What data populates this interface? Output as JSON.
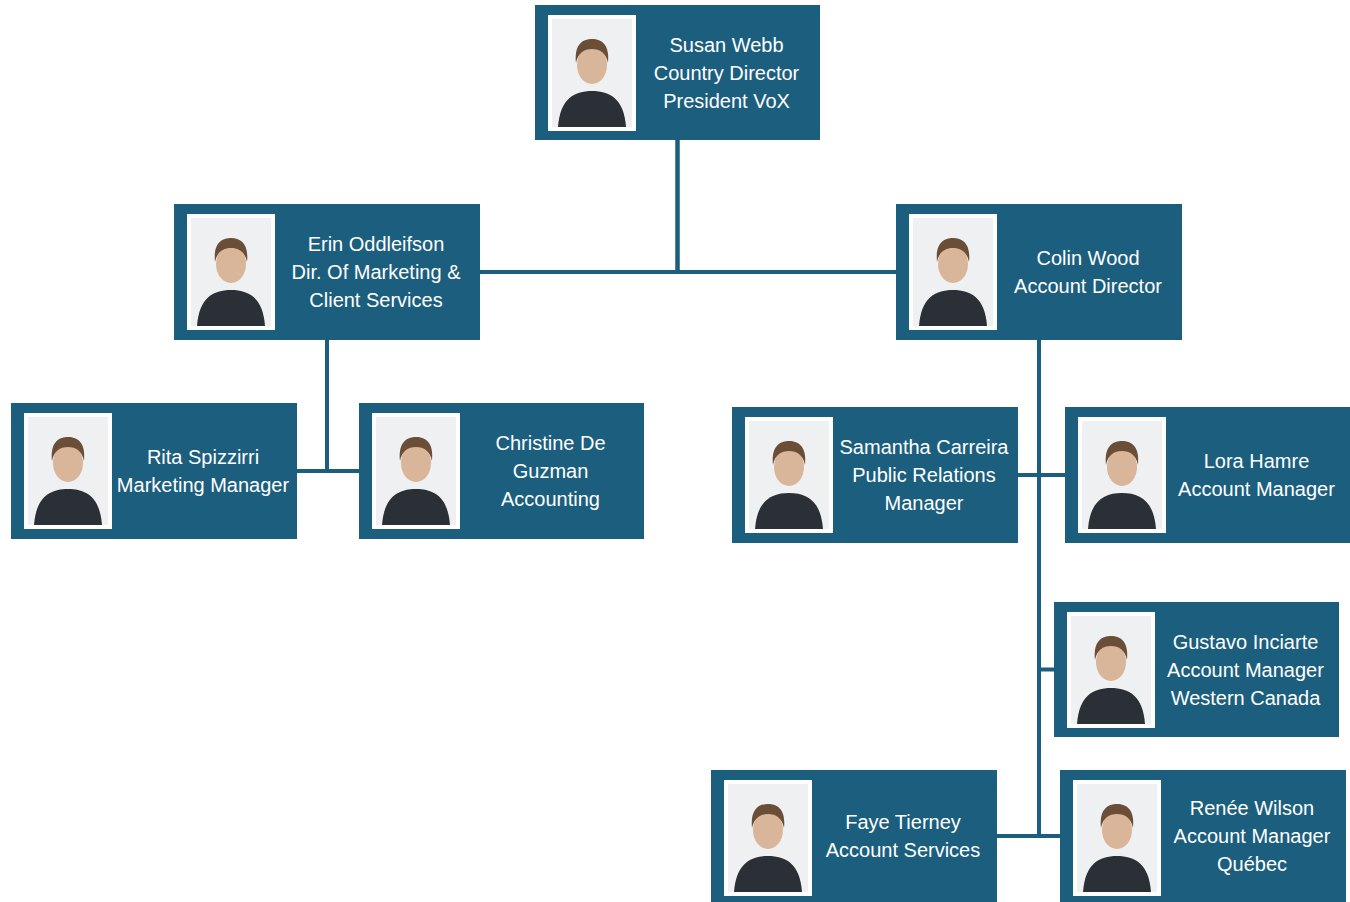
{
  "diagram": {
    "nodes": [
      {
        "text": [
          "Susan Webb",
          "Country Director President VoX"
        ]
      },
      {
        "text": [
          "Erin Oddleifson",
          "Dir. Of Marketing & Client Services"
        ]
      },
      {
        "text": [
          "Colin Wood",
          "Account Director"
        ]
      },
      {
        "text": [
          "Rita Spizzirri",
          "Marketing Manager"
        ]
      },
      {
        "text": [
          "Christine De Guzman",
          "Accounting"
        ]
      },
      {
        "text": [
          "Samantha Carreira",
          "Public Relations Manager"
        ]
      },
      {
        "text": [
          "Lora Hamre",
          "Account Manager"
        ]
      },
      {
        "text": [
          "Gustavo Inciarte",
          "Account Manager Western Canada"
        ]
      },
      {
        "text": [
          "Faye Tierney",
          "Account Services"
        ]
      },
      {
        "text": [
          "Renée Wilson",
          "Account Manager Québec"
        ]
      }
    ],
    "edges": [
      {
        "from": 0,
        "to": 1,
        "arrow": "none"
      },
      {
        "from": 0,
        "to": 2,
        "arrow": "none"
      },
      {
        "from": 1,
        "to": 3,
        "arrow": "none"
      },
      {
        "from": 1,
        "to": 4,
        "arrow": "none"
      },
      {
        "from": 2,
        "to": 5,
        "arrow": "none"
      },
      {
        "from": 2,
        "to": 6,
        "arrow": "none"
      },
      {
        "from": 2,
        "to": 7,
        "arrow": "none"
      },
      {
        "from": 2,
        "to": 8,
        "arrow": "none"
      },
      {
        "from": 2,
        "to": 9,
        "arrow": "none"
      }
    ]
  }
}
